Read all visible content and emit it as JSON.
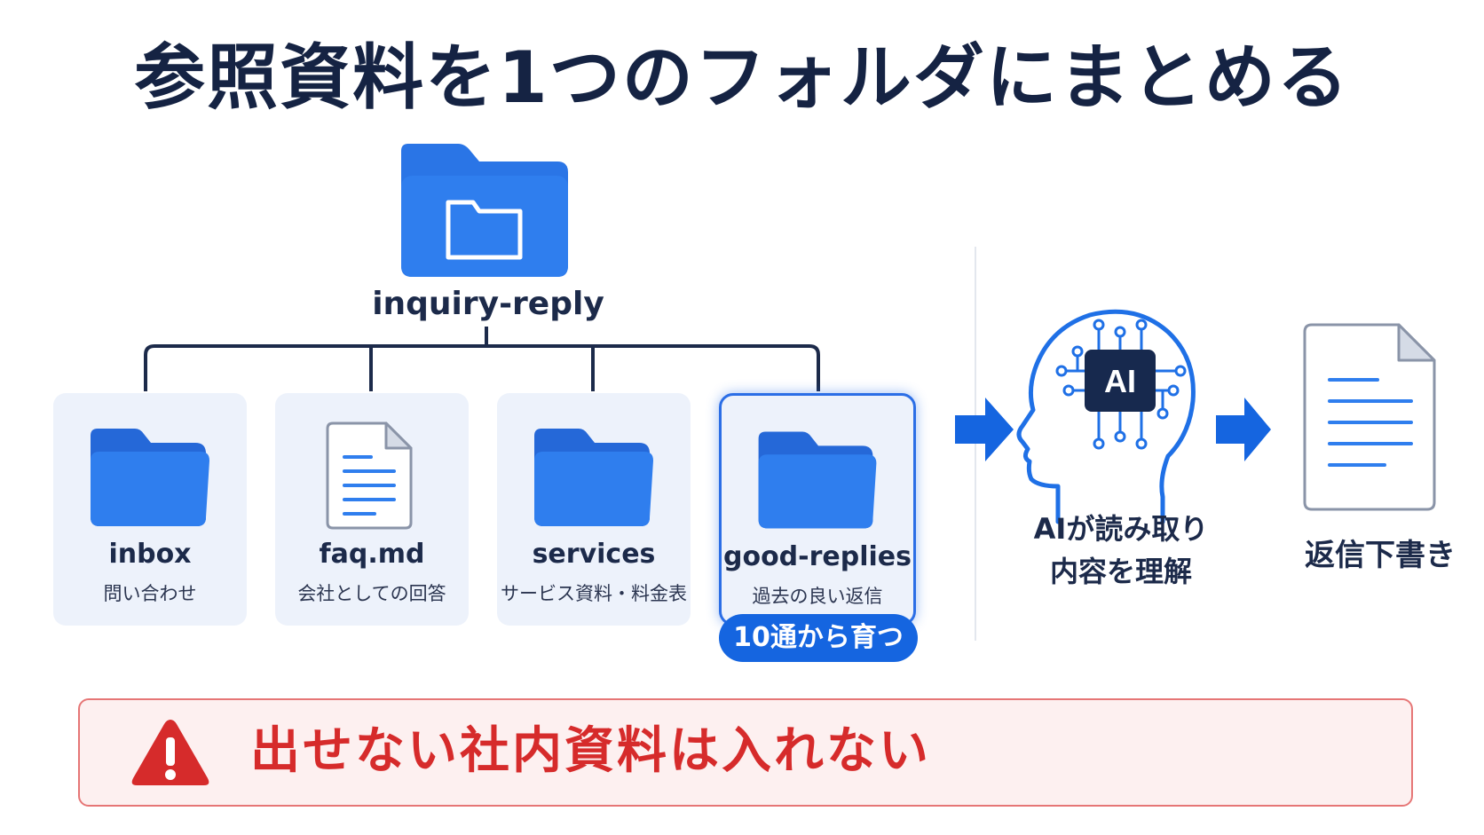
{
  "title": "参照資料を1つのフォルダにまとめる",
  "root_folder": {
    "label": "inquiry-reply",
    "icon": "folder-icon"
  },
  "subfolders": [
    {
      "name": "inbox",
      "desc": "問い合わせ",
      "icon": "folder-icon"
    },
    {
      "name": "faq.md",
      "desc": "会社としての回答",
      "icon": "document-icon"
    },
    {
      "name": "services",
      "desc": "サービス資料・料金表",
      "icon": "folder-icon"
    },
    {
      "name": "good-replies",
      "desc": "過去の良い返信",
      "icon": "folder-icon",
      "highlighted": true
    }
  ],
  "badge": {
    "label": "10通から育つ"
  },
  "flow": {
    "ai_chip_label": "AI",
    "ai_line1": "AIが読み取り",
    "ai_line2": "内容を理解",
    "draft_label": "返信下書き"
  },
  "warning": {
    "text": "出せない社内資料は入れない",
    "icon": "warning-icon"
  },
  "colors": {
    "title": "#152343",
    "accent": "#1565e0",
    "folder": "#2b77e8",
    "card_bg": "#edf2fb",
    "warning": "#d62b2b",
    "warning_bg": "#fdf0f0"
  }
}
